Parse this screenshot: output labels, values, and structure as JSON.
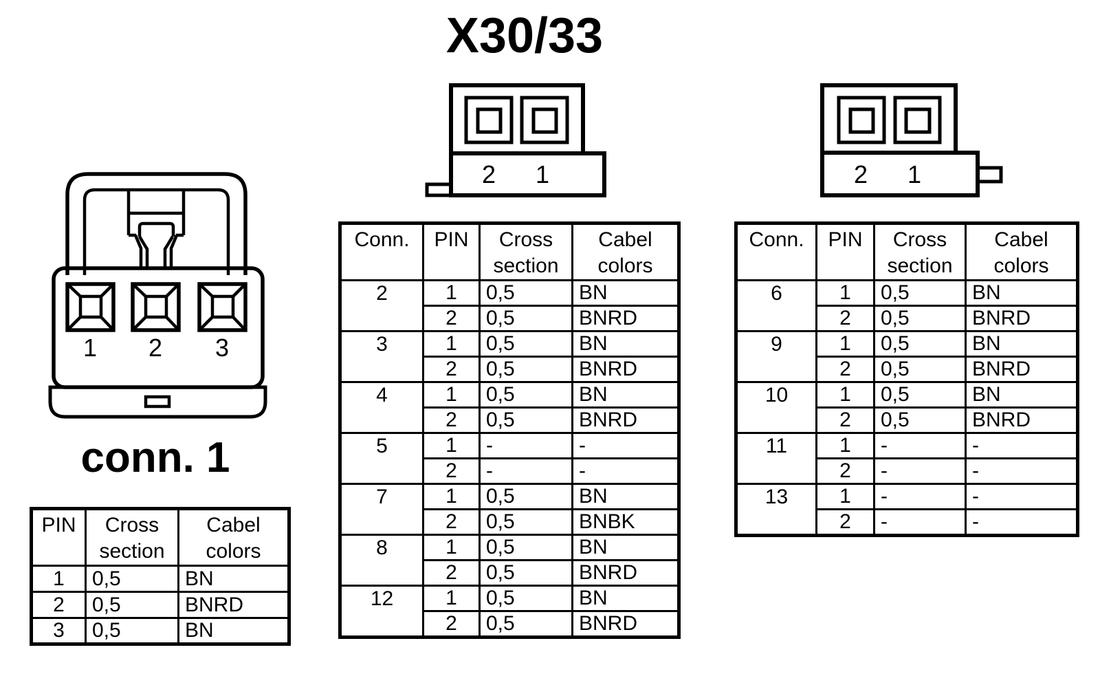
{
  "page_title": "X30/33",
  "colors": {
    "ink": "#000000",
    "background": "#ffffff"
  },
  "connector1": {
    "label": "conn. 1",
    "pin_labels": [
      "1",
      "2",
      "3"
    ],
    "table": {
      "headers": [
        "PIN",
        "Cross section",
        "Cabel colors"
      ],
      "rows": [
        [
          "1",
          "0,5",
          "BN"
        ],
        [
          "2",
          "0,5",
          "BNRD"
        ],
        [
          "3",
          "0,5",
          "BN"
        ]
      ]
    }
  },
  "connector_center": {
    "pin_labels": [
      "2",
      "1"
    ]
  },
  "connector_right": {
    "pin_labels": [
      "2",
      "1"
    ]
  },
  "table_center": {
    "headers": [
      "Conn.",
      "PIN",
      "Cross section",
      "Cabel colors"
    ],
    "groups": [
      {
        "conn": "2",
        "pins": [
          [
            "1",
            "0,5",
            "BN"
          ],
          [
            "2",
            "0,5",
            "BNRD"
          ]
        ]
      },
      {
        "conn": "3",
        "pins": [
          [
            "1",
            "0,5",
            "BN"
          ],
          [
            "2",
            "0,5",
            "BNRD"
          ]
        ]
      },
      {
        "conn": "4",
        "pins": [
          [
            "1",
            "0,5",
            "BN"
          ],
          [
            "2",
            "0,5",
            "BNRD"
          ]
        ]
      },
      {
        "conn": "5",
        "pins": [
          [
            "1",
            "-",
            "-"
          ],
          [
            "2",
            "-",
            "-"
          ]
        ]
      },
      {
        "conn": "7",
        "pins": [
          [
            "1",
            "0,5",
            "BN"
          ],
          [
            "2",
            "0,5",
            "BNBK"
          ]
        ]
      },
      {
        "conn": "8",
        "pins": [
          [
            "1",
            "0,5",
            "BN"
          ],
          [
            "2",
            "0,5",
            "BNRD"
          ]
        ]
      },
      {
        "conn": "12",
        "pins": [
          [
            "1",
            "0,5",
            "BN"
          ],
          [
            "2",
            "0,5",
            "BNRD"
          ]
        ]
      }
    ]
  },
  "table_right": {
    "headers": [
      "Conn.",
      "PIN",
      "Cross section",
      "Cabel colors"
    ],
    "groups": [
      {
        "conn": "6",
        "pins": [
          [
            "1",
            "0,5",
            "BN"
          ],
          [
            "2",
            "0,5",
            "BNRD"
          ]
        ]
      },
      {
        "conn": "9",
        "pins": [
          [
            "1",
            "0,5",
            "BN"
          ],
          [
            "2",
            "0,5",
            "BNRD"
          ]
        ]
      },
      {
        "conn": "10",
        "pins": [
          [
            "1",
            "0,5",
            "BN"
          ],
          [
            "2",
            "0,5",
            "BNRD"
          ]
        ]
      },
      {
        "conn": "11",
        "pins": [
          [
            "1",
            "-",
            "-"
          ],
          [
            "2",
            "-",
            "-"
          ]
        ]
      },
      {
        "conn": "13",
        "pins": [
          [
            "1",
            "-",
            "-"
          ],
          [
            "2",
            "-",
            "-"
          ]
        ]
      }
    ]
  }
}
